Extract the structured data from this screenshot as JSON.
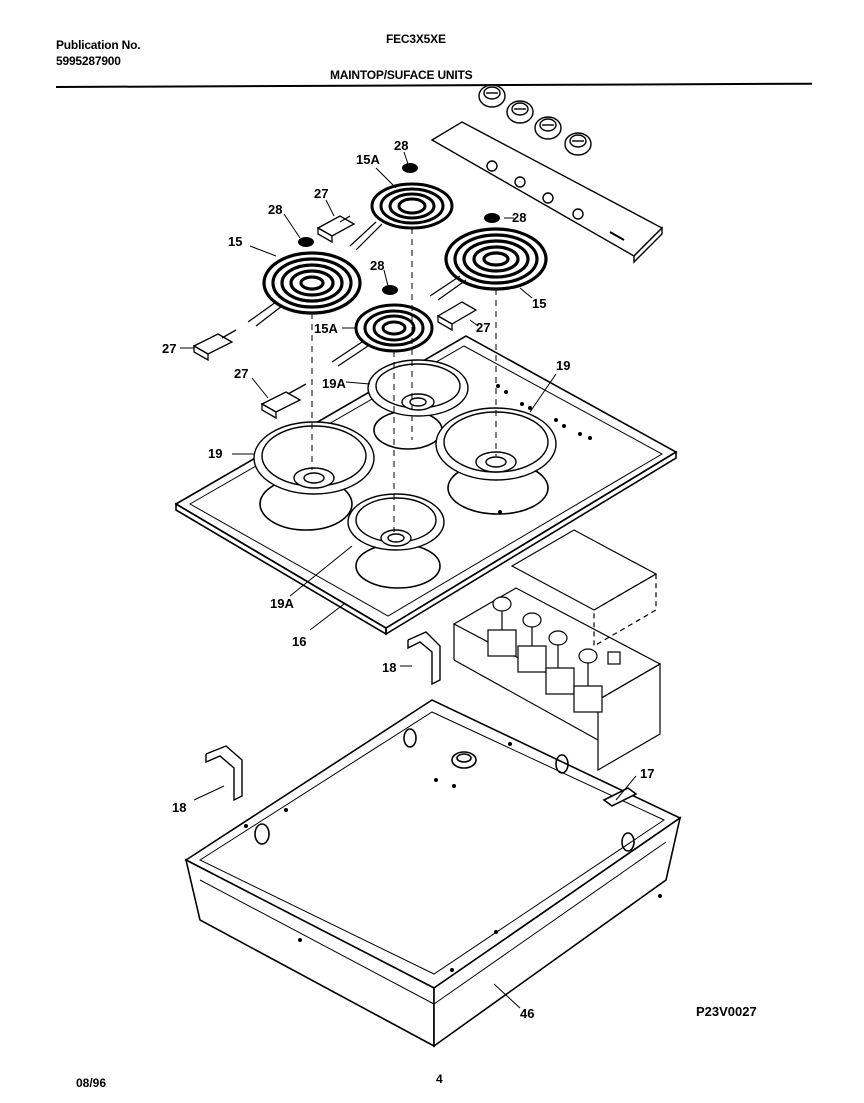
{
  "header": {
    "publication_label": "Publication No.",
    "publication_number": "5995287900",
    "model": "FEC3X5XE",
    "section_title": "MAINTOP/SUFACE UNITS"
  },
  "footer": {
    "date": "08/96",
    "page_number": "4",
    "diagram_code": "P23V0027"
  },
  "callouts": {
    "c28_top": "28",
    "c15a_top": "15A",
    "c27_top": "27",
    "c28_left": "28",
    "c28_right": "28",
    "c15_left": "15",
    "c28_mid": "28",
    "c15_right": "15",
    "c27_right": "27",
    "c15a_mid": "15A",
    "c27_left": "27",
    "c27_lower": "27",
    "c19_right": "19",
    "c19a_upper": "19A",
    "c19_left": "19",
    "c19a_lower": "19A",
    "c16": "16",
    "c18_right": "18",
    "c17": "17",
    "c18_left": "18",
    "c46": "46"
  }
}
